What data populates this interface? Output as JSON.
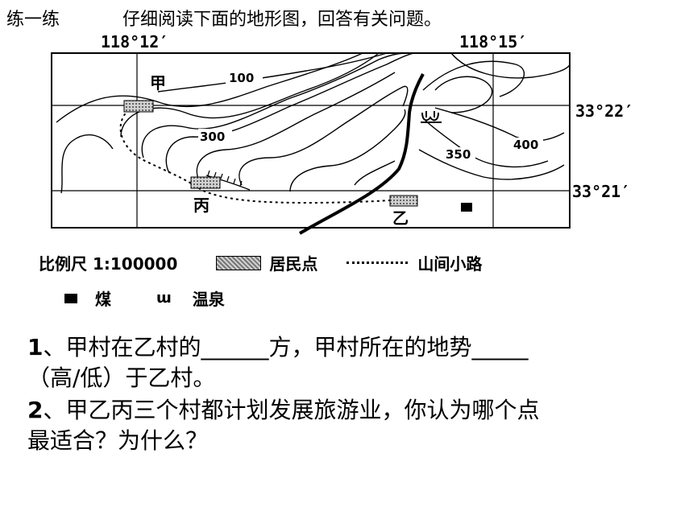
{
  "header": {
    "exercise_label": "练一练",
    "instruction": "仔细阅读下面的地形图，回答有关问题。"
  },
  "map": {
    "longitudes": [
      "118°12′",
      "118°15′"
    ],
    "latitudes": [
      "33°22′",
      "33°21′"
    ],
    "contour_labels": [
      "100",
      "300",
      "350",
      "400"
    ],
    "villages": {
      "jia": "甲",
      "yi": "乙",
      "bing": "丙"
    }
  },
  "legend": {
    "scale": "比例尺 1:100000",
    "settlement": "居民点",
    "path": "山间小路",
    "coal": "煤",
    "hot_spring": "温泉",
    "hot_spring_symbol": "ɯ"
  },
  "questions": [
    {
      "number": "1",
      "line1": "、甲村在乙村的______方，甲村所在的地势_____",
      "line2": "（高/低）于乙村。"
    },
    {
      "number": "2",
      "line1": "、甲乙丙三个村都计划发展旅游业，你认为哪个点",
      "line2": "最适合？为什么？"
    }
  ]
}
